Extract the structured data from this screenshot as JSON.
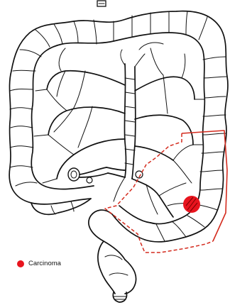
{
  "legend": {
    "label": "Carcinoma",
    "marker_color": "#e8141e"
  },
  "colors": {
    "outline": "#111111",
    "resection_margin": "#d42b1e",
    "tumor": "#e8141e"
  },
  "icons": {
    "tumor": "red-filled-circle",
    "anatomy": "large-intestine-line-drawing"
  }
}
